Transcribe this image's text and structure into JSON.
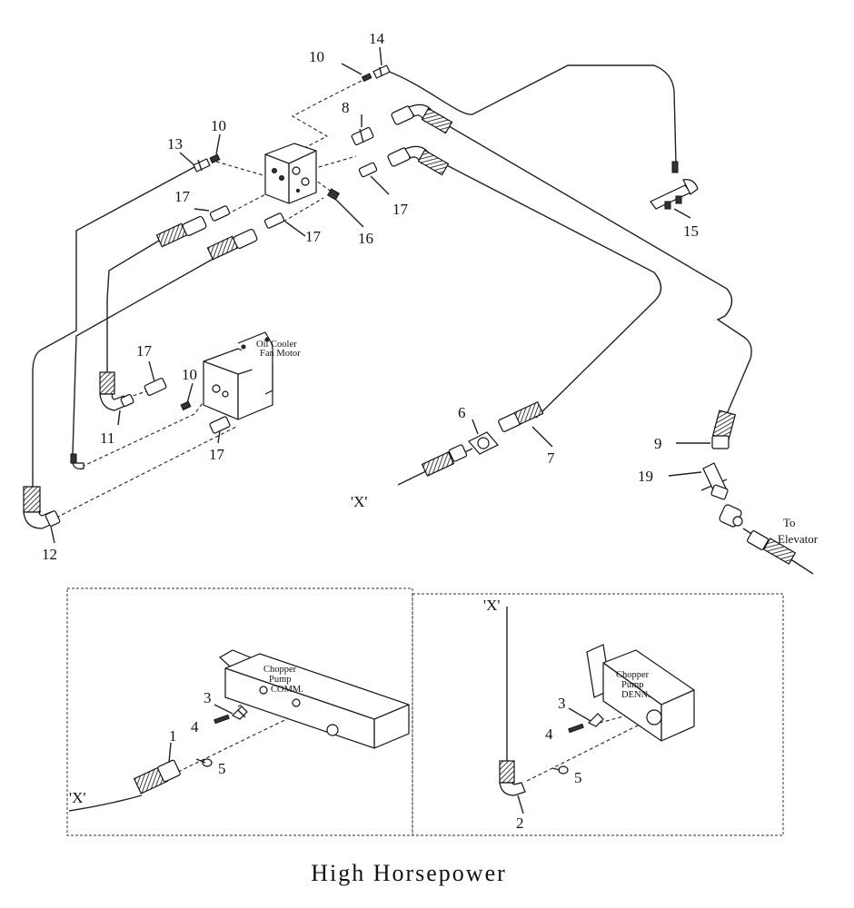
{
  "labels": {
    "p1": "1",
    "p2": "2",
    "p3a": "3",
    "p3b": "3",
    "p4a": "4",
    "p4b": "4",
    "p5a": "5",
    "p5b": "5",
    "p6": "6",
    "p7": "7",
    "p8": "8",
    "p9": "9",
    "p10a": "10",
    "p10b": "10",
    "p10c": "10",
    "p11": "11",
    "p12": "12",
    "p13": "13",
    "p14": "14",
    "p15": "15",
    "p16": "16",
    "p17a": "17",
    "p17b": "17",
    "p17c": "17",
    "p17d": "17",
    "p17e": "17",
    "p19": "19"
  },
  "callouts": {
    "x_main": "'X'",
    "x_left": "'X'",
    "x_right": "'X'",
    "to": "To",
    "elevator": "Elevator",
    "fan_motor_1": "Oil Cooler",
    "fan_motor_2": "Fan Motor",
    "pump_comm_1": "Chopper",
    "pump_comm_2": "Pump",
    "pump_comm_3": "COMM.",
    "pump_denn_1": "Chopper",
    "pump_denn_2": "Pump",
    "pump_denn_3": "DENN."
  },
  "caption": "High Horsepower"
}
